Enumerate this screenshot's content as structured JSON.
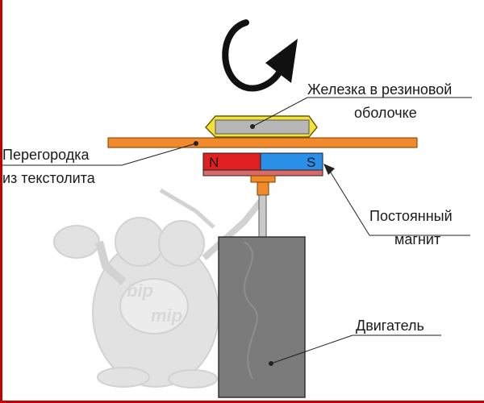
{
  "labels": {
    "iron_line1": "Железка в резиновой",
    "iron_line2": "оболочке",
    "partition_line1": "Перегородка",
    "partition_line2": "из текстолита",
    "magnet_line1": "Постоянный",
    "magnet_line2": "магнит",
    "motor": "Двигатель",
    "pole_n": "N",
    "pole_s": "S"
  },
  "watermark": {
    "line1": "bip",
    "line2": "mip"
  },
  "colors": {
    "partition": "#f08a2a",
    "shell": "#f2e23a",
    "iron": "#b7b7b7",
    "magnet_n": "#e02020",
    "magnet_s": "#2a8fe6",
    "base": "#d96a6a",
    "coupler": "#f08a2a",
    "shaft": "#c9c9c9",
    "motor": "#7b7b7b",
    "watermark": "#d8d8d8",
    "border": "#c40000"
  },
  "icons": {
    "rotation": "rotation-arrow-icon",
    "mascot": "frog-mascot-watermark"
  }
}
